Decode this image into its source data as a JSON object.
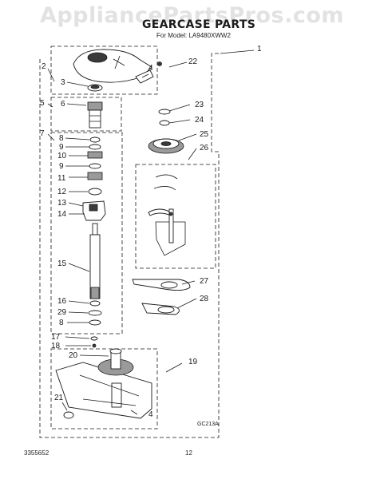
{
  "watermark": "AppliancePartsPros.com",
  "title": "GEARCASE PARTS",
  "subtitle": "For Model: LA9480XWW2",
  "figure_code": "GC213A",
  "footer": {
    "doc_number": "3355652",
    "page": "12"
  },
  "callouts": {
    "c1": "1",
    "c2": "2",
    "c3": "3",
    "c4a": "4",
    "c4b": "4",
    "c5": "5",
    "c6": "6",
    "c7": "7",
    "c8a": "8",
    "c8b": "8",
    "c9a": "9",
    "c9b": "9",
    "c10": "10",
    "c11": "11",
    "c12": "12",
    "c13": "13",
    "c14": "14",
    "c15": "15",
    "c16": "16",
    "c17": "17",
    "c18": "18",
    "c19": "19",
    "c20": "20",
    "c21": "21",
    "c22": "22",
    "c23": "23",
    "c24": "24",
    "c25": "25",
    "c26": "26",
    "c27": "27",
    "c28": "28",
    "c29": "29"
  },
  "diagram": {
    "style": "exploded parts view",
    "line_color": "#1a1a1a"
  }
}
